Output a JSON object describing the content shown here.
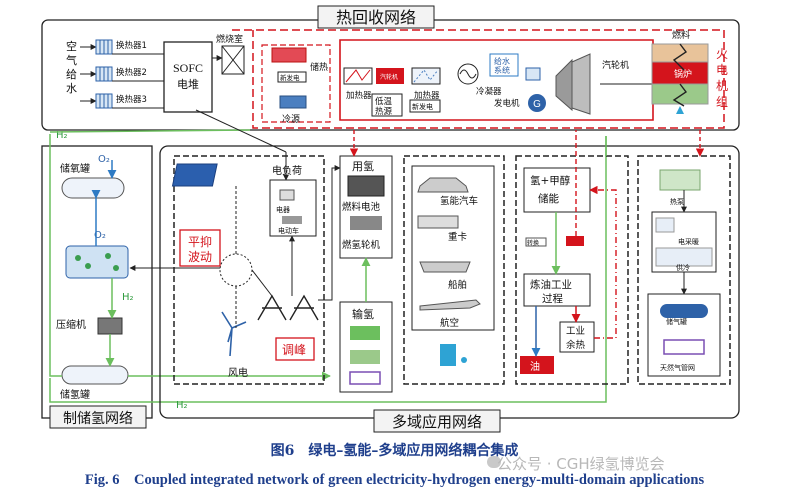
{
  "sections": {
    "heat_recovery": "热回收网络",
    "storage": "制储氢网络",
    "multi_domain": "多域应用网络"
  },
  "heat": {
    "inputs": [
      "空",
      "气",
      "给",
      "水"
    ],
    "exchangers": [
      "换热器1",
      "换热器2",
      "换热器3"
    ],
    "sofc": [
      "SOFC",
      "电堆"
    ],
    "combustion": "燃烧室",
    "storage_heat": "储热",
    "generator_small": "新发电",
    "cold_source": "冷源",
    "heater_left": "加热器",
    "heater_left2": "汽轮机",
    "heater_mid": "加热器",
    "low_temp": [
      "低温",
      "热源"
    ],
    "generator_box": "新发电",
    "feedwater": [
      "给水",
      "系统"
    ],
    "condenser": "冷凝器",
    "generator": "发电机",
    "turbine": "汽轮机",
    "g_mark": "G",
    "fuel": "燃料",
    "boiler": "锅炉",
    "thermal_unit": [
      "火",
      "电",
      "机",
      "组"
    ]
  },
  "storage": {
    "h2_top": "H₂",
    "o2_top": "O₂",
    "o2_tank": "储氧罐",
    "o2_mid": "O₂",
    "h2_mid": "H₂",
    "compressor": "压缩机",
    "h2_tank": "储氢罐",
    "h2_bottom": "H₂"
  },
  "power": {
    "pv": "光伏",
    "load": "电负荷",
    "appliance": "电器",
    "ev": "电动车",
    "smooth": [
      "平抑",
      "波动"
    ],
    "wind": "风电",
    "peak": "调峰"
  },
  "h2use": {
    "use": "用氢",
    "fuel_cell": "燃料电池",
    "gas_turbine": "燃氢轮机",
    "transport": "输氢"
  },
  "vehicles": {
    "car": "氢能汽车",
    "truck": "重卡",
    "ship": "船舶",
    "plane": "航空"
  },
  "industry": {
    "storage": [
      "氢+甲醇",
      "储能"
    ],
    "small": "转换",
    "refinery": [
      "炼油工业",
      "过程"
    ],
    "waste_heat": [
      "工业",
      "余热"
    ],
    "oil": "油"
  },
  "building": {
    "heat": "热泵",
    "ac": "电采暖",
    "cold": "供冷",
    "tank": "储气罐",
    "network": "天然气管网"
  },
  "captions": {
    "cn": "图6　绿电–氢能–多域应用网络耦合集成",
    "en": "Fig. 6　Coupled integrated network of green electricity-hydrogen energy-multi-domain applications",
    "watermark": "公众号 · CGH绿氢博览会"
  },
  "colors": {
    "heat_line": "#d4141c",
    "h2_line": "#7cc576",
    "frame": "#222222",
    "caption": "#1f3f8c"
  }
}
